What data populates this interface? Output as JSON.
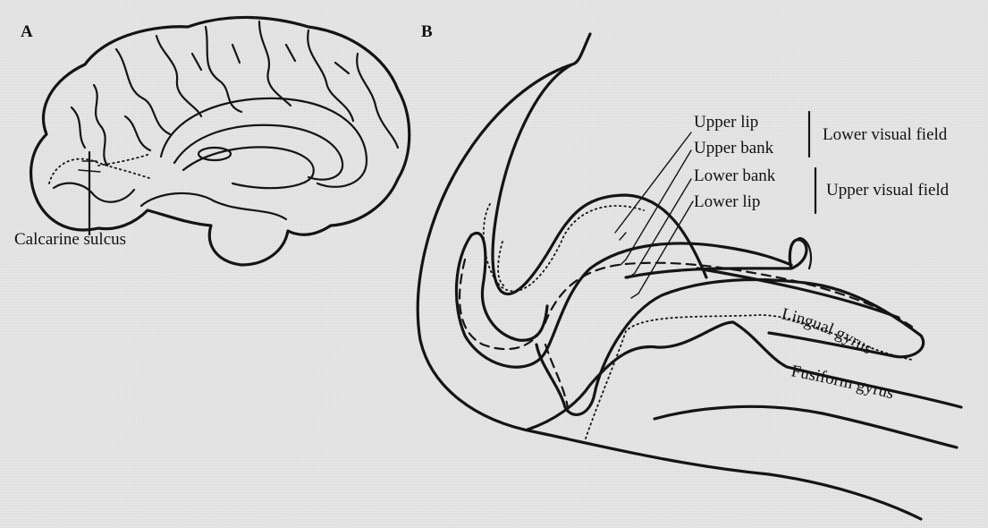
{
  "panel_a": {
    "letter": "A",
    "calcarine_label": "Calcarine sulcus"
  },
  "panel_b": {
    "letter": "B",
    "labels": {
      "upper_lip": "Upper lip",
      "upper_bank": "Upper bank",
      "lower_bank": "Lower bank",
      "lower_lip": "Lower lip"
    },
    "field_labels": {
      "lower_visual_field": "Lower visual field",
      "upper_visual_field": "Upper visual field"
    },
    "gyri": {
      "lingual": "Lingual gyrus",
      "fusiform": "Fusiform gyrus"
    }
  }
}
